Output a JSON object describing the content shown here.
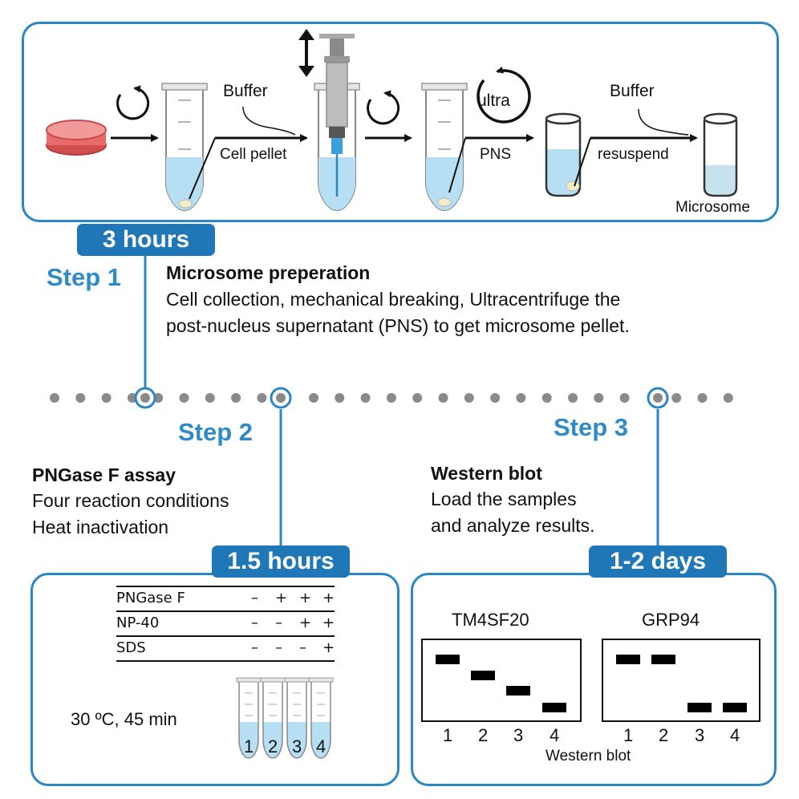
{
  "colors": {
    "accent": "#1f77b8",
    "step_text": "#2e8bc9",
    "panel_border": "#2a86c5",
    "buffer_liquid": "#b7dff3",
    "pellet": "#f3ecc9",
    "dish": "#e96a6a"
  },
  "icons": [
    "petri-dish-icon",
    "centrifuge-rotation-icon",
    "tube-icon",
    "syringe-icon",
    "ultracentrifuge-icon",
    "beaker-icon",
    "up-down-arrow-icon"
  ],
  "panel1": {
    "labels": {
      "buffer_1": "Buffer",
      "cell_pellet": "Cell pellet",
      "ultra": "ultra",
      "pns": "PNS",
      "buffer_2": "Buffer",
      "resuspend": "resuspend",
      "microsome": "Microsome"
    },
    "duration": "3 hours"
  },
  "step1": {
    "label": "Step 1",
    "title": "Microsome preperation",
    "line1": "Cell collection, mechanical breaking, Ultracentrifuge the",
    "line2": "post-nucleus supernatant (PNS) to get microsome pellet."
  },
  "step2": {
    "label": "Step 2",
    "title": "PNGase F assay",
    "line1": "Four reaction conditions",
    "line2": "Heat inactivation",
    "duration": "1.5 hours",
    "table": {
      "rows": [
        {
          "name": "PNGase F",
          "signs": [
            "–",
            "+",
            "+",
            "+"
          ]
        },
        {
          "name": "NP-40",
          "signs": [
            "–",
            "–",
            "+",
            "+"
          ]
        },
        {
          "name": "SDS",
          "signs": [
            "–",
            "–",
            "–",
            "+"
          ]
        }
      ]
    },
    "condition": "30 ºC, 45 min",
    "tubes": [
      "1",
      "2",
      "3",
      "4"
    ]
  },
  "step3": {
    "label": "Step 3",
    "title": "Western blot",
    "line1": "Load the samples",
    "line2": "and analyze results.",
    "duration": "1-2 days",
    "blot1": {
      "name": "TM4SF20",
      "band_levels": [
        1,
        2,
        3,
        4
      ]
    },
    "blot2": {
      "name": "GRP94",
      "band_levels": [
        1,
        1,
        4,
        4
      ]
    },
    "lanes": [
      "1",
      "2",
      "3",
      "4"
    ],
    "caption": "Western blot"
  }
}
